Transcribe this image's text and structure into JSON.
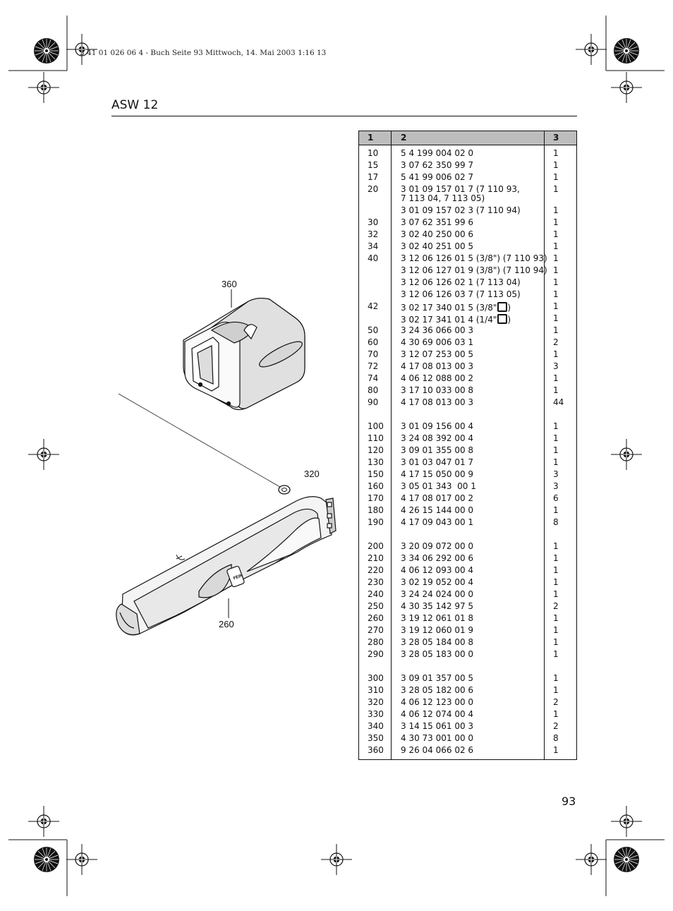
{
  "header": {
    "print_info": "3 41 01 026 06 4 - Buch  Seite 93  Mittwoch, 14. Mai 2003  1:16 13"
  },
  "page": {
    "title": "ASW 12",
    "number": "93"
  },
  "drawing": {
    "callouts": [
      "360",
      "320",
      "260"
    ],
    "logo_text": "FEIN"
  },
  "table": {
    "headers": [
      "1",
      "2",
      "3"
    ],
    "rows": [
      {
        "pos": "10",
        "part": "5 4 199 004 02 0",
        "qty": "1"
      },
      {
        "pos": "15",
        "part": "3 07 62 350 99 7",
        "qty": "1"
      },
      {
        "pos": "17",
        "part": "5 41 99 006 02 7",
        "qty": "1"
      },
      {
        "pos": "20",
        "part": "3 01 09 157 01 7 (7 110 93,\n7 113 04, 7 113 05)",
        "qty": "1"
      },
      {
        "pos": "",
        "part": "3 01 09 157 02 3 (7 110 94)",
        "qty": "1"
      },
      {
        "pos": "30",
        "part": "3 07 62 351 99 6",
        "qty": "1"
      },
      {
        "pos": "32",
        "part": "3 02 40 250 00 6",
        "qty": "1"
      },
      {
        "pos": "34",
        "part": "3 02 40 251 00 5",
        "qty": "1"
      },
      {
        "pos": "40",
        "part": "3 12 06 126 01 5 (3/8\") (7 110 93)",
        "qty": "1"
      },
      {
        "pos": "",
        "part": "3 12 06 127 01 9 (3/8\") (7 110 94)",
        "qty": "1"
      },
      {
        "pos": "",
        "part": "3 12 06 126 02 1 (7 113 04)",
        "qty": "1"
      },
      {
        "pos": "",
        "part": "3 12 06 126 03 7 (7 113 05)",
        "qty": "1"
      },
      {
        "pos": "42",
        "part": "3 02 17 340 01 5 (3/8\"",
        "suffix": ")",
        "icon": "square-drive-icon",
        "qty": "1"
      },
      {
        "pos": "",
        "part": "3 02 17 341 01 4 (1/4\"",
        "suffix": ")",
        "icon": "square-drive-icon",
        "qty": "1"
      },
      {
        "pos": "50",
        "part": "3 24 36 066 00 3",
        "qty": "1"
      },
      {
        "pos": "60",
        "part": "4 30 69 006 03 1",
        "qty": "2"
      },
      {
        "pos": "70",
        "part": "3 12 07 253 00 5",
        "qty": "1"
      },
      {
        "pos": "72",
        "part": "4 17 08 013 00 3",
        "qty": "3"
      },
      {
        "pos": "74",
        "part": "4 06 12 088 00 2",
        "qty": "1"
      },
      {
        "pos": "80",
        "part": "3 17 10 033 00 8",
        "qty": "1"
      },
      {
        "pos": "90",
        "part": "4 17 08 013 00 3",
        "qty": "44"
      },
      {
        "pos": "100",
        "part": "3 01 09 156 00 4",
        "qty": "1"
      },
      {
        "pos": "110",
        "part": "3 24 08 392 00 4",
        "qty": "1"
      },
      {
        "pos": "120",
        "part": "3 09 01 355 00 8",
        "qty": "1"
      },
      {
        "pos": "130",
        "part": "3 01 03 047 01 7",
        "qty": "1"
      },
      {
        "pos": "150",
        "part": "4 17 15 050 00 9",
        "qty": "3"
      },
      {
        "pos": "160",
        "part": "3 05 01 343  00 1",
        "qty": "3"
      },
      {
        "pos": "170",
        "part": "4 17 08 017 00 2",
        "qty": "6"
      },
      {
        "pos": "180",
        "part": "4 26 15 144 00 0",
        "qty": "1"
      },
      {
        "pos": "190",
        "part": "4 17 09 043 00 1",
        "qty": "8"
      },
      {
        "pos": "200",
        "part": "3 20 09 072 00 0",
        "qty": "1"
      },
      {
        "pos": "210",
        "part": "3 34 06 292 00 6",
        "qty": "1"
      },
      {
        "pos": "220",
        "part": "4 06 12 093 00 4",
        "qty": "1"
      },
      {
        "pos": "230",
        "part": "3 02 19 052 00 4",
        "qty": "1"
      },
      {
        "pos": "240",
        "part": "3 24 24 024 00 0",
        "qty": "1"
      },
      {
        "pos": "250",
        "part": "4 30 35 142 97 5",
        "qty": "2"
      },
      {
        "pos": "260",
        "part": "3 19 12 061 01 8",
        "qty": "1"
      },
      {
        "pos": "270",
        "part": "3 19 12 060 01 9",
        "qty": "1"
      },
      {
        "pos": "280",
        "part": "3 28 05 184 00 8",
        "qty": "1"
      },
      {
        "pos": "290",
        "part": "3 28 05 183 00 0",
        "qty": "1"
      },
      {
        "pos": "300",
        "part": "3 09 01 357 00 5",
        "qty": "1"
      },
      {
        "pos": "310",
        "part": "3 28 05 182 00 6",
        "qty": "1"
      },
      {
        "pos": "320",
        "part": "4 06 12 123 00 0",
        "qty": "2"
      },
      {
        "pos": "330",
        "part": "4 06 12 074 00 4",
        "qty": "1"
      },
      {
        "pos": "340",
        "part": "3 14 15 061 00 3",
        "qty": "2"
      },
      {
        "pos": "350",
        "part": "4 30 73 001 00 0",
        "qty": "8"
      },
      {
        "pos": "360",
        "part": "9 26 04 066 02 6",
        "qty": "1"
      }
    ]
  }
}
